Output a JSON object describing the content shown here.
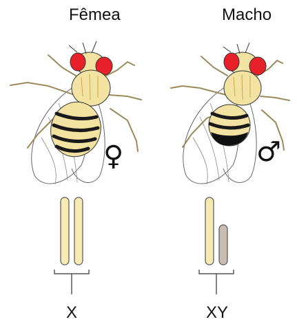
{
  "female": {
    "title": "Fêmea",
    "symbol": "♀",
    "chromosome_label": "X"
  },
  "male": {
    "title": "Macho",
    "symbol": "♂",
    "chromosome_label": "XY"
  },
  "icons": {
    "female_fly": "fruit-fly-female-icon",
    "male_fly": "fruit-fly-male-icon",
    "female_symbol": "venus-icon",
    "male_symbol": "mars-icon"
  },
  "colors": {
    "eye": "#e8202a",
    "body": "#f3e3a3",
    "x_chromosome": "#f7eab2",
    "y_chromosome": "#c9bcb0",
    "stripe": "#1a1a1a"
  }
}
